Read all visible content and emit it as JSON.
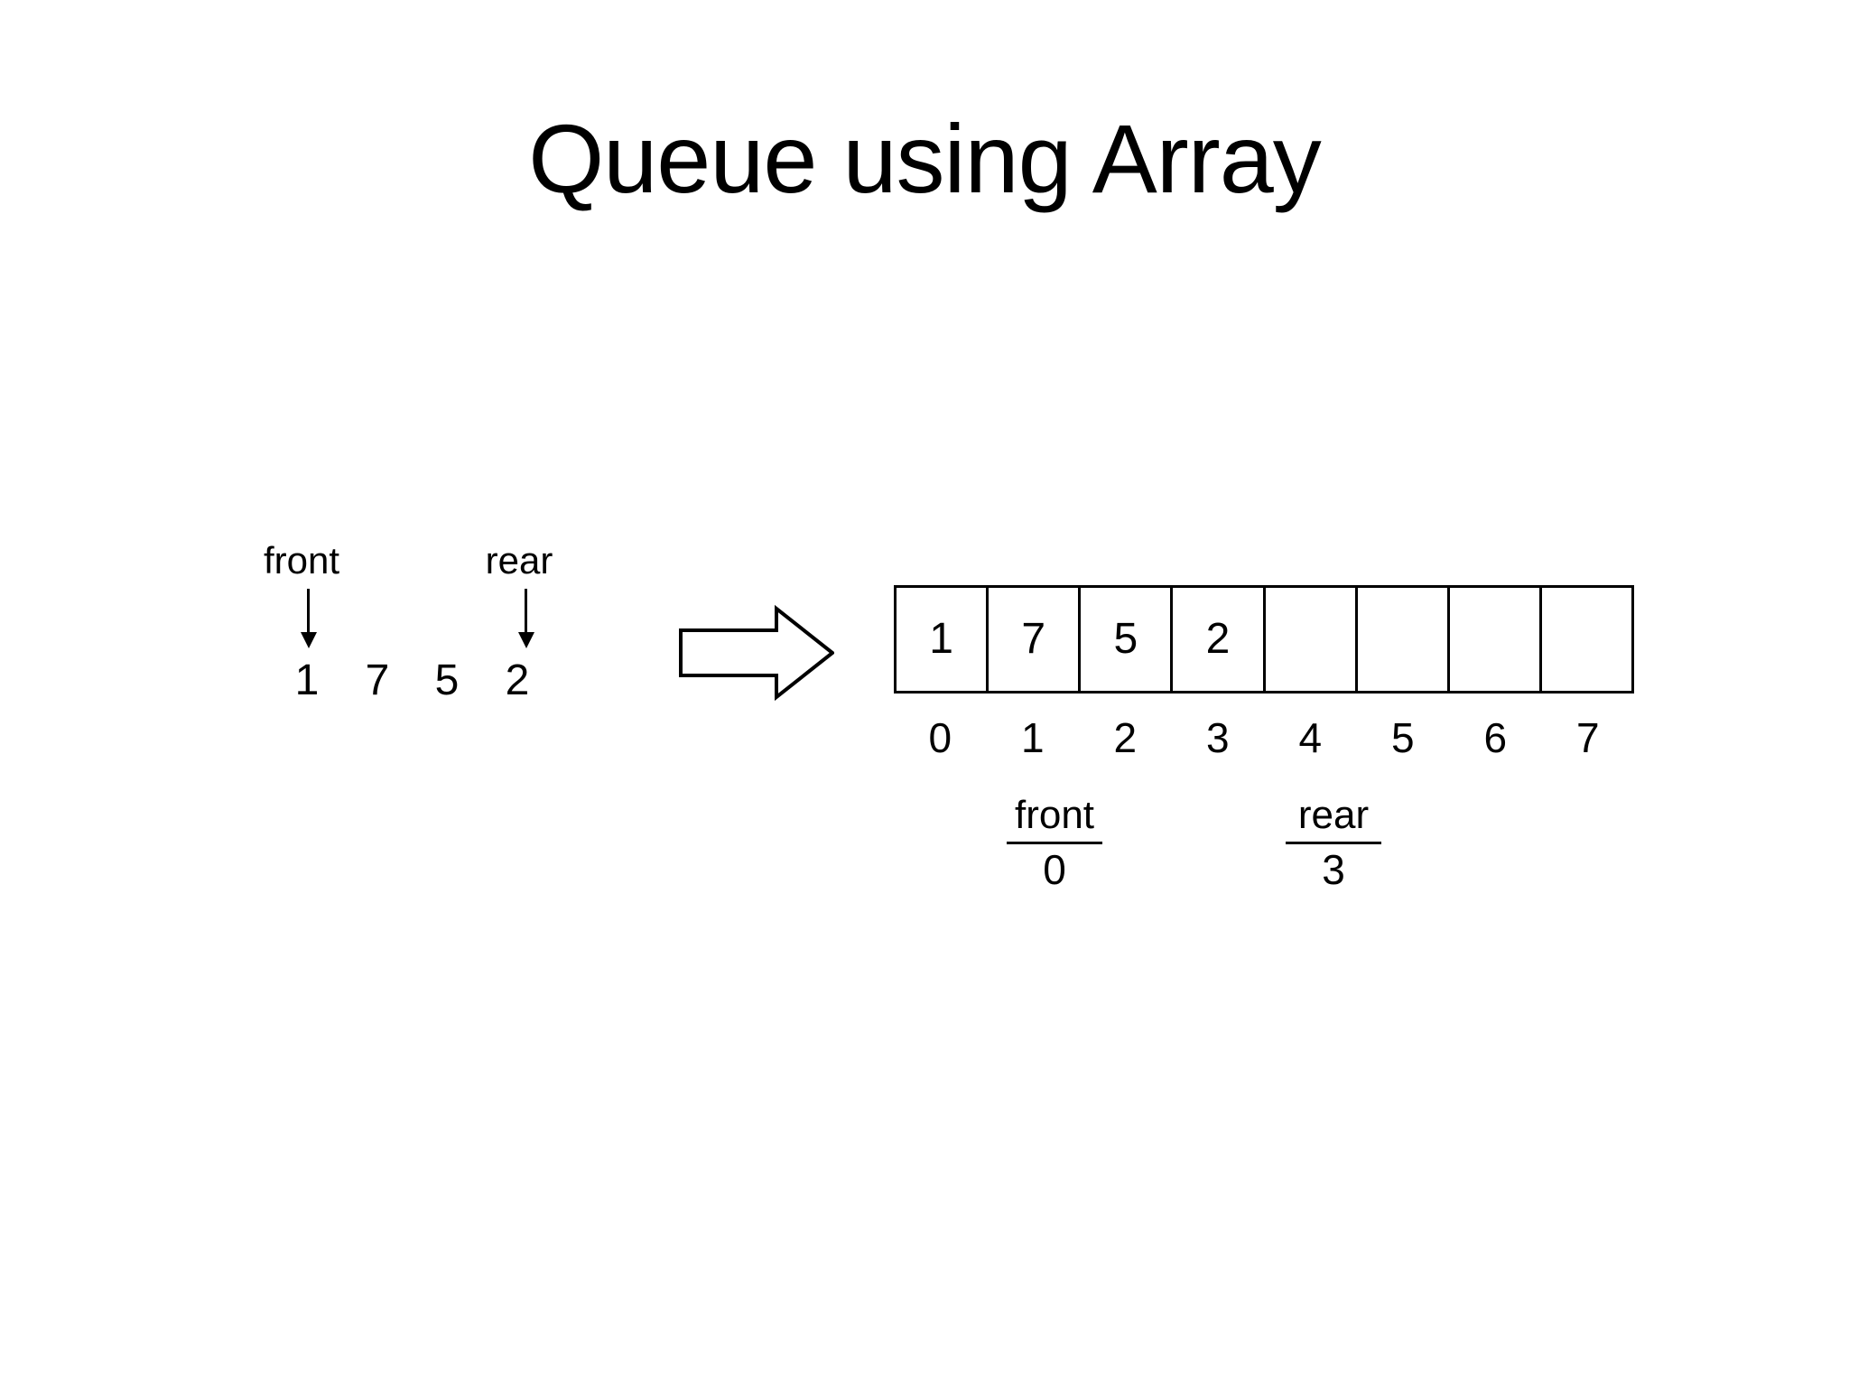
{
  "slide": {
    "title": "Queue using Array",
    "background_color": "#ffffff",
    "ink_color": "#000000"
  },
  "left_diagram": {
    "front_label": "front",
    "rear_label": "rear",
    "values": [
      "1",
      "7",
      "5",
      "2"
    ],
    "front_points_to": "1",
    "rear_points_to": "2"
  },
  "transition": {
    "arrow_icon": "block-right-arrow-icon",
    "direction": "right"
  },
  "array_diagram": {
    "cells": [
      "1",
      "7",
      "5",
      "2",
      "",
      "",
      "",
      ""
    ],
    "indices": [
      "0",
      "1",
      "2",
      "3",
      "4",
      "5",
      "6",
      "7"
    ],
    "pointers": [
      {
        "label": "front",
        "value": "0"
      },
      {
        "label": "rear",
        "value": "3"
      }
    ]
  }
}
